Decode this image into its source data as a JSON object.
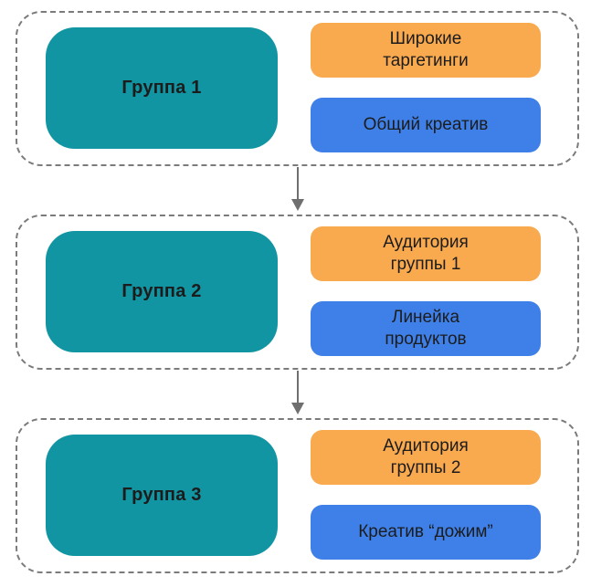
{
  "diagram": {
    "title_hint": "ad-campaign-groups-flow",
    "colors": {
      "background": "#ffffff",
      "teal": "#1295a3",
      "orange": "#f9a94e",
      "blue": "#3f80e8",
      "text": "#1c1c1c",
      "border": "#7b7b7b",
      "arrow": "#6f6f6f"
    },
    "groups": [
      {
        "name": "Группа 1",
        "tags": [
          {
            "label": "Широкие\nтаргетинги",
            "color": "orange"
          },
          {
            "label": "Общий креатив",
            "color": "blue"
          }
        ]
      },
      {
        "name": "Группа 2",
        "tags": [
          {
            "label": "Аудитория\nгруппы 1",
            "color": "orange"
          },
          {
            "label": "Линейка\nпродуктов",
            "color": "blue"
          }
        ]
      },
      {
        "name": "Группа 3",
        "tags": [
          {
            "label": "Аудитория\nгруппы 2",
            "color": "orange"
          },
          {
            "label": "Креатив “дожим”",
            "color": "blue"
          }
        ]
      }
    ]
  }
}
